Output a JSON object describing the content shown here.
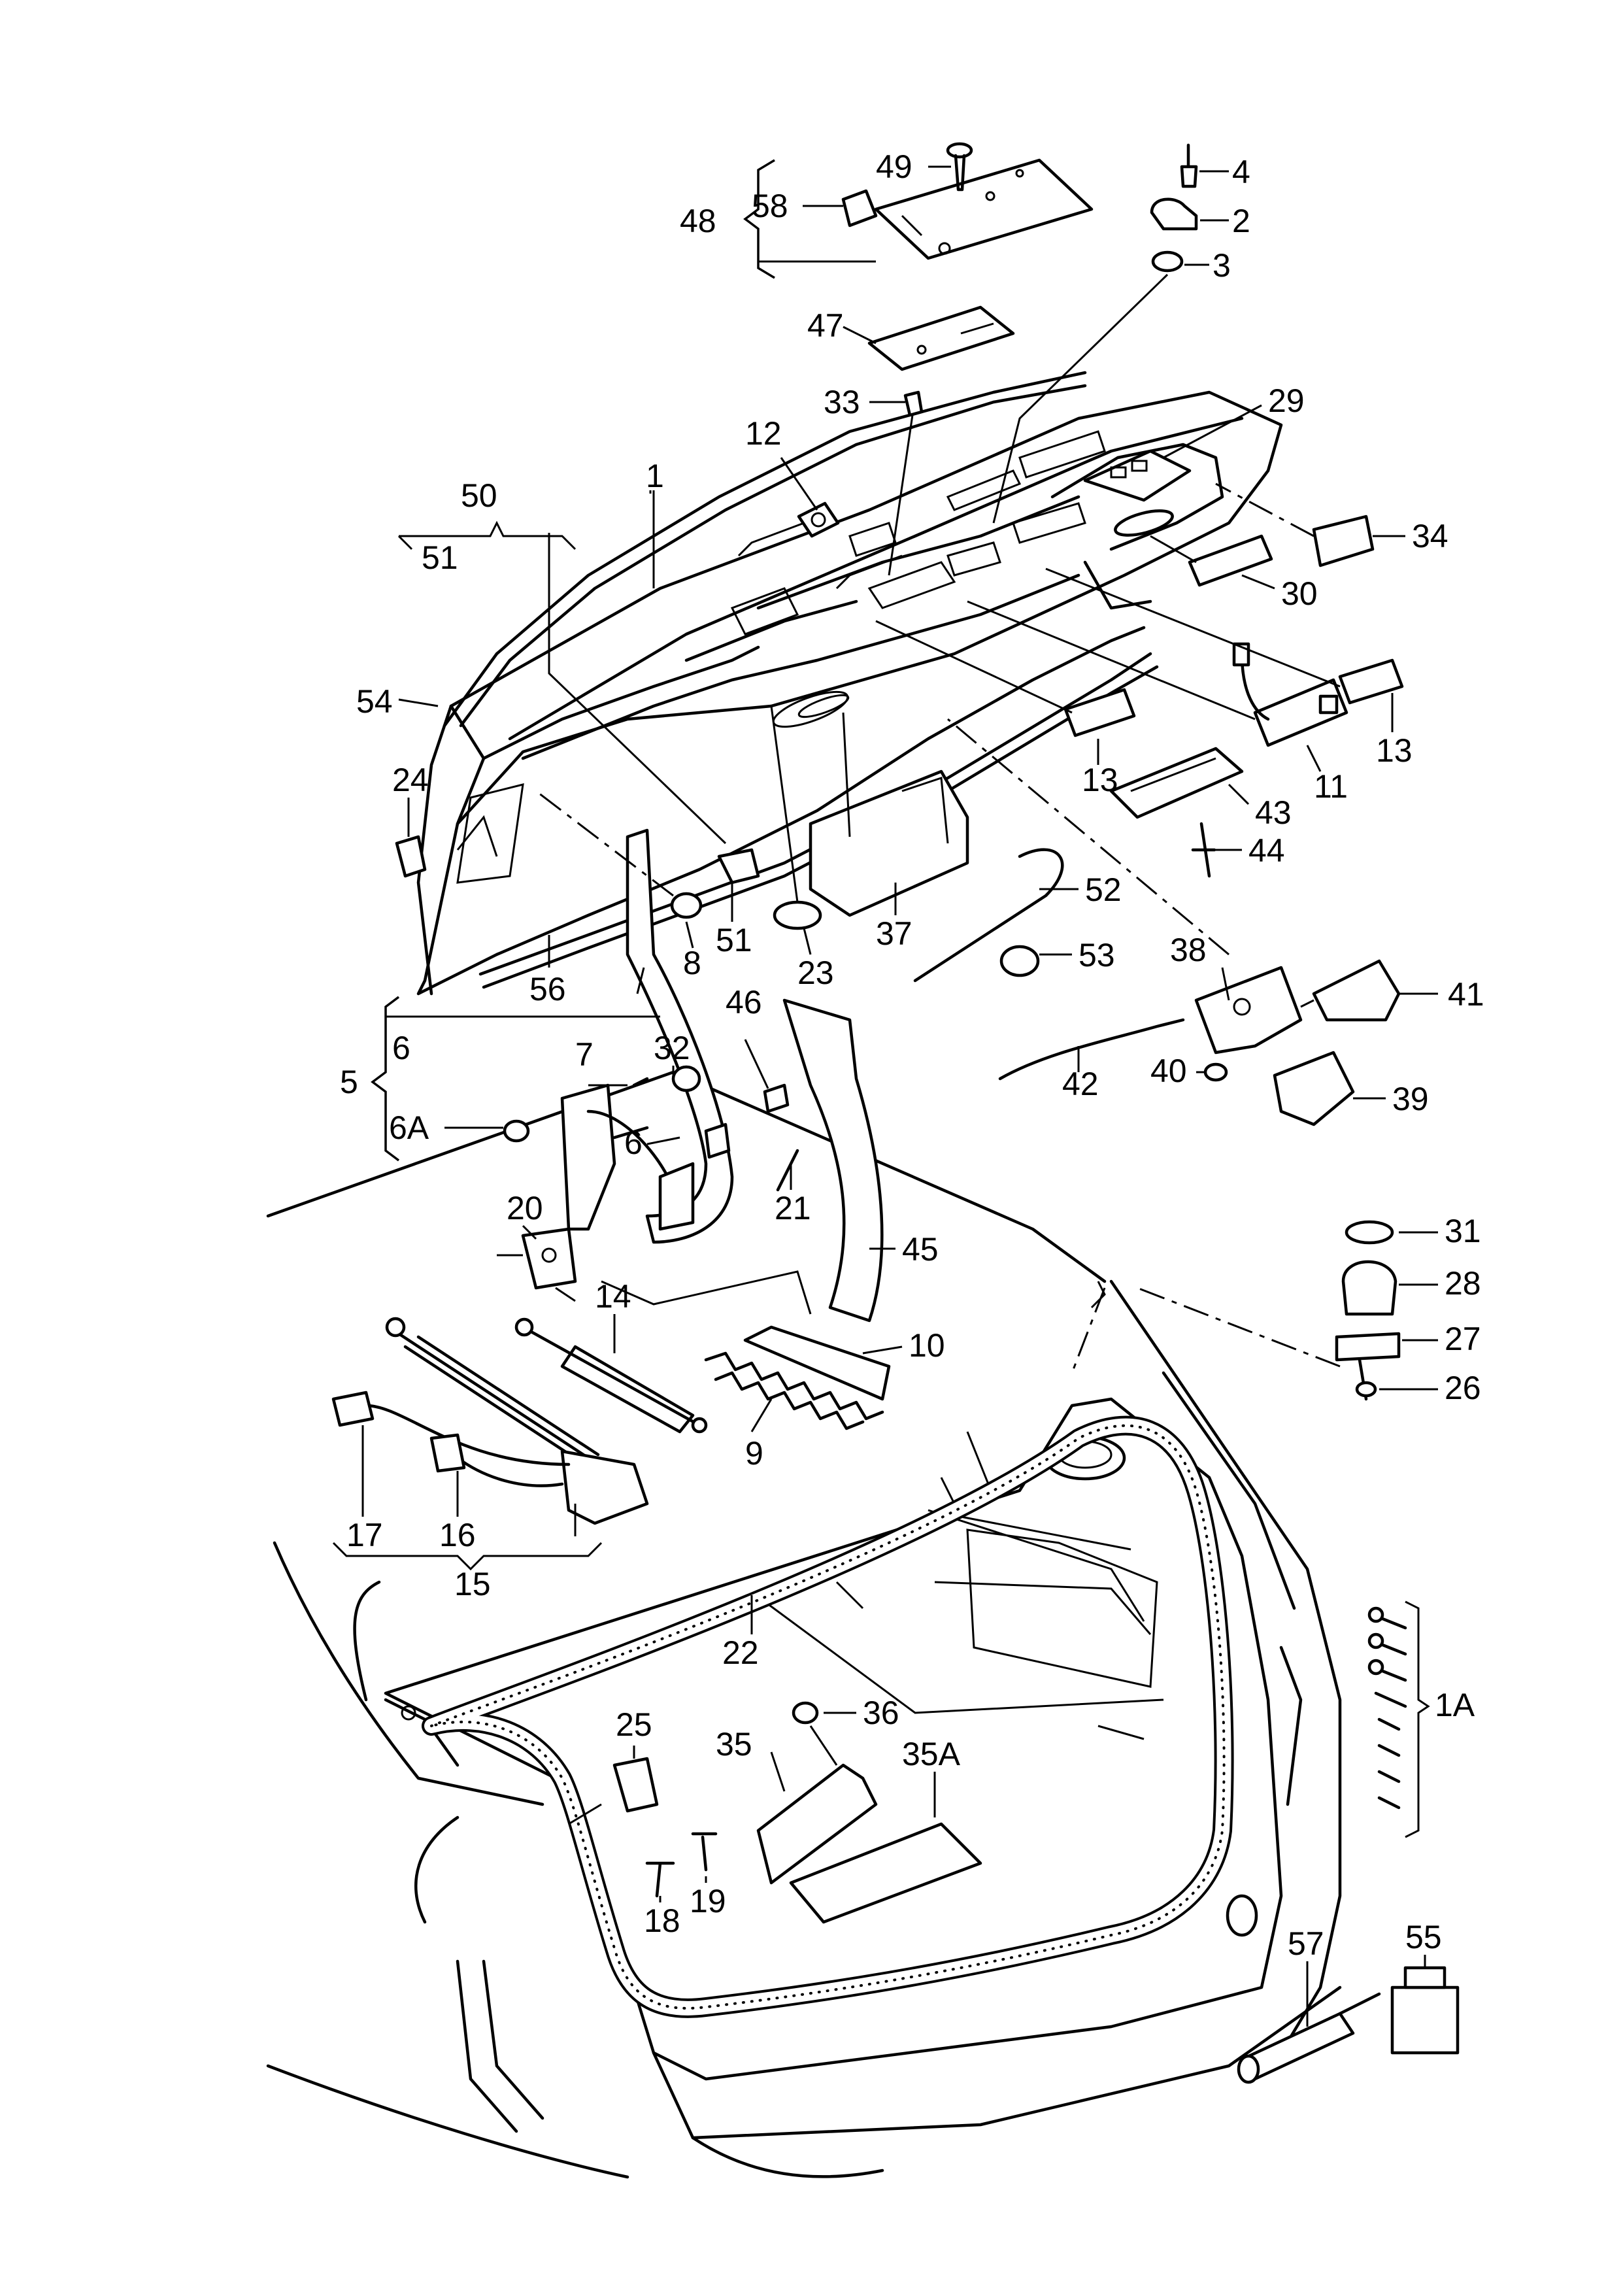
{
  "diagram": {
    "callouts": [
      {
        "id": "1",
        "text": "1"
      },
      {
        "id": "1A",
        "text": "1A"
      },
      {
        "id": "2",
        "text": "2"
      },
      {
        "id": "3",
        "text": "3"
      },
      {
        "id": "4",
        "text": "4"
      },
      {
        "id": "5",
        "text": "5"
      },
      {
        "id": "6",
        "text": "6"
      },
      {
        "id": "6-small",
        "text": "6"
      },
      {
        "id": "6A",
        "text": "6A"
      },
      {
        "id": "7",
        "text": "7"
      },
      {
        "id": "8",
        "text": "8"
      },
      {
        "id": "9",
        "text": "9"
      },
      {
        "id": "10",
        "text": "10"
      },
      {
        "id": "11",
        "text": "11"
      },
      {
        "id": "12",
        "text": "12"
      },
      {
        "id": "13-left",
        "text": "13"
      },
      {
        "id": "13-right",
        "text": "13"
      },
      {
        "id": "14",
        "text": "14"
      },
      {
        "id": "15",
        "text": "15"
      },
      {
        "id": "16",
        "text": "16"
      },
      {
        "id": "17",
        "text": "17"
      },
      {
        "id": "18",
        "text": "18"
      },
      {
        "id": "19",
        "text": "19"
      },
      {
        "id": "20",
        "text": "20"
      },
      {
        "id": "21",
        "text": "21"
      },
      {
        "id": "22",
        "text": "22"
      },
      {
        "id": "23",
        "text": "23"
      },
      {
        "id": "24",
        "text": "24"
      },
      {
        "id": "25",
        "text": "25"
      },
      {
        "id": "26",
        "text": "26"
      },
      {
        "id": "27",
        "text": "27"
      },
      {
        "id": "28",
        "text": "28"
      },
      {
        "id": "29",
        "text": "29"
      },
      {
        "id": "30",
        "text": "30"
      },
      {
        "id": "31",
        "text": "31"
      },
      {
        "id": "32",
        "text": "32"
      },
      {
        "id": "33",
        "text": "33"
      },
      {
        "id": "34",
        "text": "34"
      },
      {
        "id": "35",
        "text": "35"
      },
      {
        "id": "35A",
        "text": "35A"
      },
      {
        "id": "36",
        "text": "36"
      },
      {
        "id": "37",
        "text": "37"
      },
      {
        "id": "38",
        "text": "38"
      },
      {
        "id": "39",
        "text": "39"
      },
      {
        "id": "40",
        "text": "40"
      },
      {
        "id": "41",
        "text": "41"
      },
      {
        "id": "42",
        "text": "42"
      },
      {
        "id": "43",
        "text": "43"
      },
      {
        "id": "44",
        "text": "44"
      },
      {
        "id": "45",
        "text": "45"
      },
      {
        "id": "46",
        "text": "46"
      },
      {
        "id": "47",
        "text": "47"
      },
      {
        "id": "48",
        "text": "48"
      },
      {
        "id": "49",
        "text": "49"
      },
      {
        "id": "50",
        "text": "50"
      },
      {
        "id": "51-top",
        "text": "51"
      },
      {
        "id": "51",
        "text": "51"
      },
      {
        "id": "52",
        "text": "52"
      },
      {
        "id": "53",
        "text": "53"
      },
      {
        "id": "54",
        "text": "54"
      },
      {
        "id": "55",
        "text": "55"
      },
      {
        "id": "56",
        "text": "56"
      },
      {
        "id": "57",
        "text": "57"
      },
      {
        "id": "58",
        "text": "58"
      }
    ]
  }
}
